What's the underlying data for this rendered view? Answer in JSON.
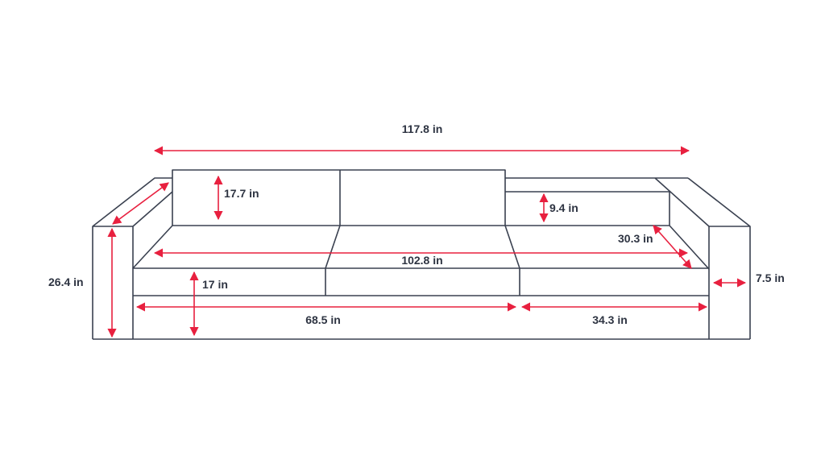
{
  "colors": {
    "outline": "#3a4150",
    "dimension": "#e8203f",
    "text": "#2e3442"
  },
  "dimensions": {
    "overall_width": "117.8 in",
    "back_cushion_height": "17.7 in",
    "back_height_right": "9.4 in",
    "seat_depth": "30.3 in",
    "seat_width": "102.8 in",
    "seat_height": "17 in",
    "left_section_width": "68.5 in",
    "right_section_width": "34.3 in",
    "overall_height": "26.4 in",
    "arm_width": "7.5 in"
  }
}
